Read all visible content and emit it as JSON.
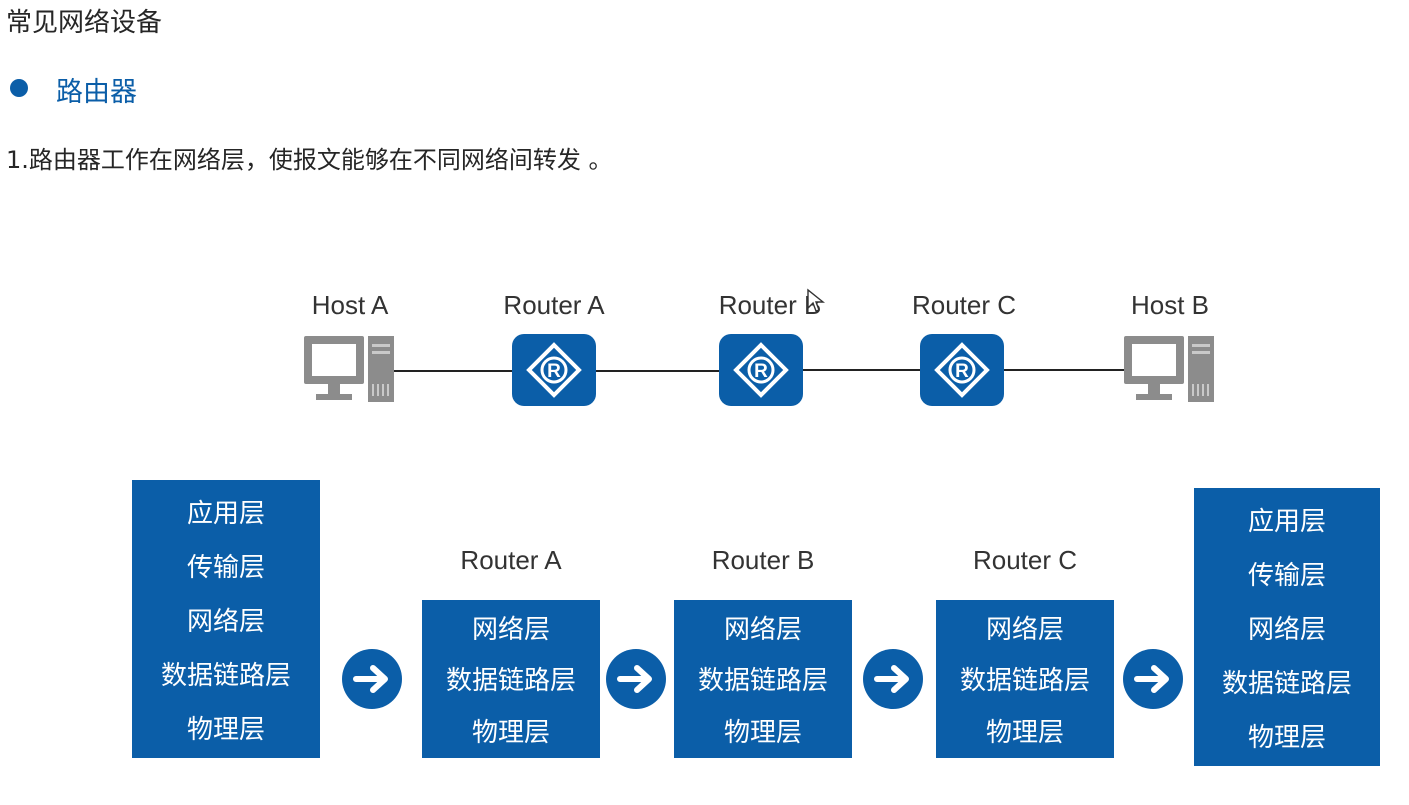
{
  "header": {
    "title": "常见网络设备",
    "section_title": "路由器",
    "description": "1.路由器工作在网络层，使报文能够在不同网络间转发 。"
  },
  "topology": {
    "devices": [
      {
        "id": "host-a",
        "label": "Host A",
        "type": "host"
      },
      {
        "id": "router-a",
        "label": "Router A",
        "type": "router"
      },
      {
        "id": "router-b",
        "label": "Router B",
        "type": "router"
      },
      {
        "id": "router-c",
        "label": "Router C",
        "type": "router"
      },
      {
        "id": "host-b",
        "label": "Host B",
        "type": "host"
      }
    ],
    "router_icon_letter": "R"
  },
  "stacks": {
    "host_a": {
      "layers": [
        "应用层",
        "传输层",
        "网络层",
        "数据链路层",
        "物理层"
      ]
    },
    "router_a": {
      "title": "Router A",
      "layers": [
        "网络层",
        "数据链路层",
        "物理层"
      ]
    },
    "router_b": {
      "title": "Router B",
      "layers": [
        "网络层",
        "数据链路层",
        "物理层"
      ]
    },
    "router_c": {
      "title": "Router C",
      "layers": [
        "网络层",
        "数据链路层",
        "物理层"
      ]
    },
    "host_b": {
      "layers": [
        "应用层",
        "传输层",
        "网络层",
        "数据链路层",
        "物理层"
      ]
    }
  },
  "colors": {
    "accent": "#0b5ea8",
    "host_icon": "#8c8c8c",
    "text": "#262626"
  },
  "icons": {
    "host": "computer-icon",
    "router": "router-icon",
    "flow": "arrow-right-icon"
  }
}
